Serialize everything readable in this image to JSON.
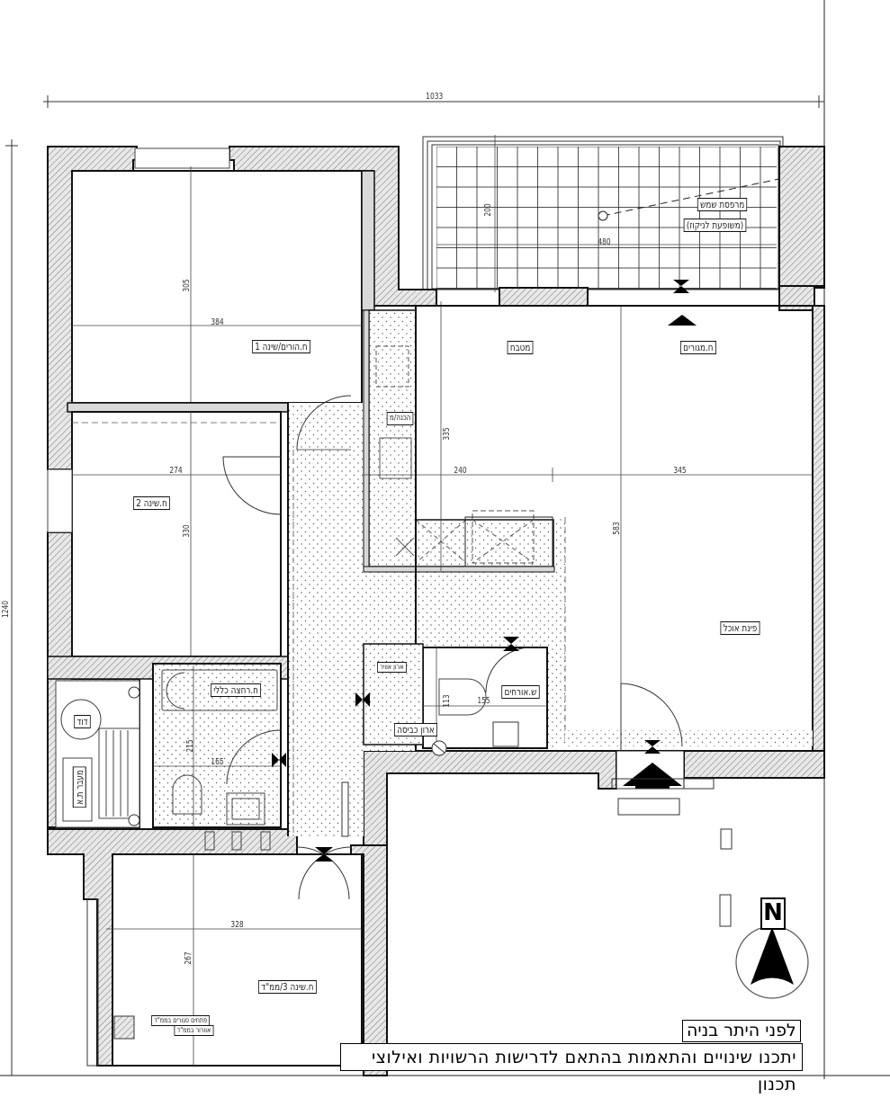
{
  "dimensions": {
    "overall_width": "1033",
    "overall_height": "1240",
    "balcony_height": "200",
    "balcony_width": "480",
    "bedroom1_height": "305",
    "bedroom1_width": "384",
    "bedroom2_width": "274",
    "bedroom2_height": "330",
    "kitchen_height": "335",
    "kitchen_width": "240",
    "living_width": "345",
    "living_height": "583",
    "guest_wc_width": "155",
    "guest_wc_height": "113",
    "bathroom_height": "215",
    "bathroom_width": "165",
    "bedroom3_width": "328",
    "bedroom3_height": "267"
  },
  "rooms": {
    "balcony": "מרפסת שמש",
    "balcony_sub": "(משופעת לניקוז)",
    "bedroom1": "ח.הורים/שינה 1",
    "kitchen": "מטבח",
    "living": "ח.מגורים",
    "pantry": "הכנה/מ",
    "bedroom2": "ח.שינה 2",
    "dining": "פינת אוכל",
    "guest_wc": "ש.אורחים",
    "laundry": "ארון כביסה",
    "storage": "ארון אוויר",
    "bathroom": "ח.רחצה כללי",
    "boiler": "דוד",
    "service_shaft": "מעבר ת.א",
    "bedroom3": "ח.שינה 3/ממ\"ד",
    "mamad_note_1": "פתחים סגורים בממ\"ד",
    "mamad_note_2": "אוורור בממ\"ד"
  },
  "notes": {
    "pre_permit": "לפני היתר בניה",
    "disclaimer": "יתכנו שינויים והתאמות בהתאם לדרישות הרשויות ואילוצי תכנון"
  },
  "compass": {
    "north_label": "N"
  },
  "colors": {
    "wall_hatch": "#8a8a8a",
    "wall_fill": "#d9d9d9",
    "line": "#111111",
    "grid": "#333333"
  }
}
